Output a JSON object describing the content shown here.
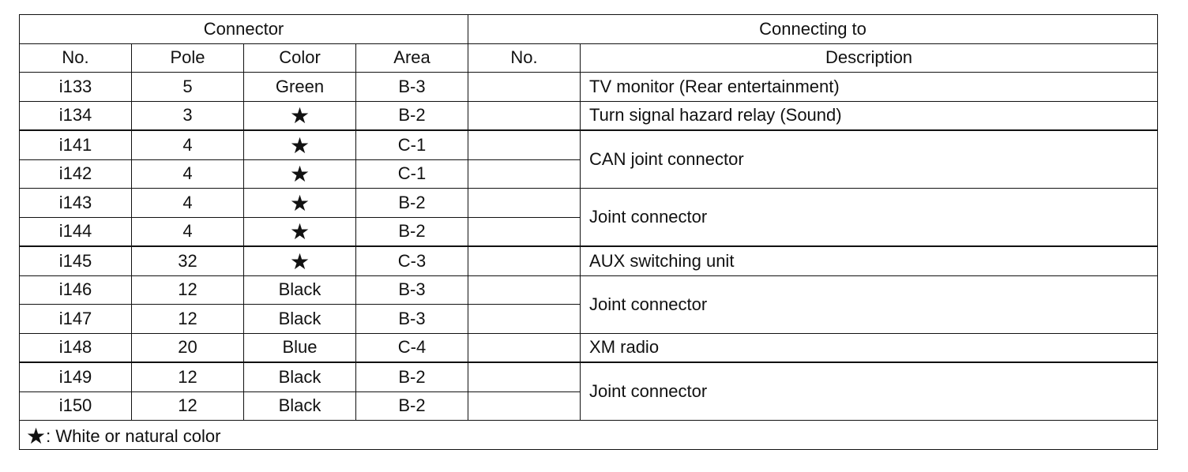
{
  "header": {
    "connector": "Connector",
    "connecting_to": "Connecting to",
    "no": "No.",
    "pole": "Pole",
    "color": "Color",
    "area": "Area",
    "conn_no": "No.",
    "description": "Description"
  },
  "rows": [
    {
      "no": "i133",
      "pole": "5",
      "color": "Green",
      "area": "B-3",
      "conn_no": "",
      "description": "TV monitor (Rear entertainment)"
    },
    {
      "no": "i134",
      "pole": "3",
      "color": "★",
      "area": "B-2",
      "conn_no": "",
      "description": "Turn signal hazard relay (Sound)"
    },
    {
      "no": "i141",
      "pole": "4",
      "color": "★",
      "area": "C-1",
      "conn_no": "",
      "description": "CAN joint connector"
    },
    {
      "no": "i142",
      "pole": "4",
      "color": "★",
      "area": "C-1",
      "conn_no": ""
    },
    {
      "no": "i143",
      "pole": "4",
      "color": "★",
      "area": "B-2",
      "conn_no": "",
      "description": "Joint connector"
    },
    {
      "no": "i144",
      "pole": "4",
      "color": "★",
      "area": "B-2",
      "conn_no": ""
    },
    {
      "no": "i145",
      "pole": "32",
      "color": "★",
      "area": "C-3",
      "conn_no": "",
      "description": "AUX switching unit"
    },
    {
      "no": "i146",
      "pole": "12",
      "color": "Black",
      "area": "B-3",
      "conn_no": "",
      "description": "Joint connector"
    },
    {
      "no": "i147",
      "pole": "12",
      "color": "Black",
      "area": "B-3",
      "conn_no": ""
    },
    {
      "no": "i148",
      "pole": "20",
      "color": "Blue",
      "area": "C-4",
      "conn_no": "",
      "description": "XM radio"
    },
    {
      "no": "i149",
      "pole": "12",
      "color": "Black",
      "area": "B-2",
      "conn_no": "",
      "description": "Joint connector"
    },
    {
      "no": "i150",
      "pole": "12",
      "color": "Black",
      "area": "B-2",
      "conn_no": ""
    }
  ],
  "footnote": {
    "symbol": "★",
    "text": ": White or natural color"
  }
}
